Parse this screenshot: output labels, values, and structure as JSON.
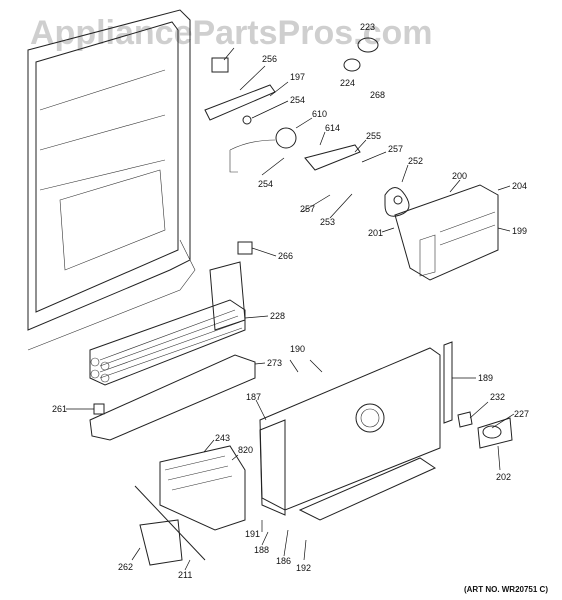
{
  "watermark": "AppliancePartsPros.com",
  "art_number": "(ART NO. WR20751 C)",
  "callouts": [
    "223",
    "256",
    "197",
    "224",
    "268",
    "254",
    "610",
    "614",
    "255",
    "257",
    "252",
    "200",
    "204",
    "254",
    "257",
    "253",
    "201",
    "199",
    "266",
    "228",
    "273",
    "190",
    "189",
    "261",
    "187",
    "232",
    "227",
    "243",
    "820",
    "202",
    "191",
    "188",
    "186",
    "192",
    "262",
    "211"
  ]
}
